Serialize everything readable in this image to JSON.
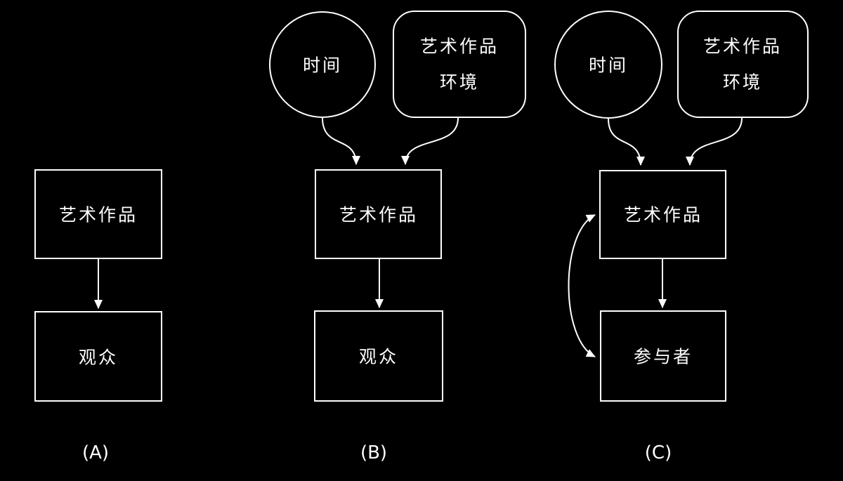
{
  "canvas": {
    "background": "#000000",
    "line_color": "#ffffff",
    "text_color": "#ffffff"
  },
  "panels": [
    {
      "label": "(A)",
      "artwork": "艺术作品",
      "receiver": "观众"
    },
    {
      "label": "(B)",
      "time": "时间",
      "environment_line1": "艺术作品",
      "environment_line2": "环境",
      "artwork": "艺术作品",
      "receiver": "观众"
    },
    {
      "label": "(C)",
      "time": "时间",
      "environment_line1": "艺术作品",
      "environment_line2": "环境",
      "artwork": "艺术作品",
      "receiver": "参与者"
    }
  ]
}
